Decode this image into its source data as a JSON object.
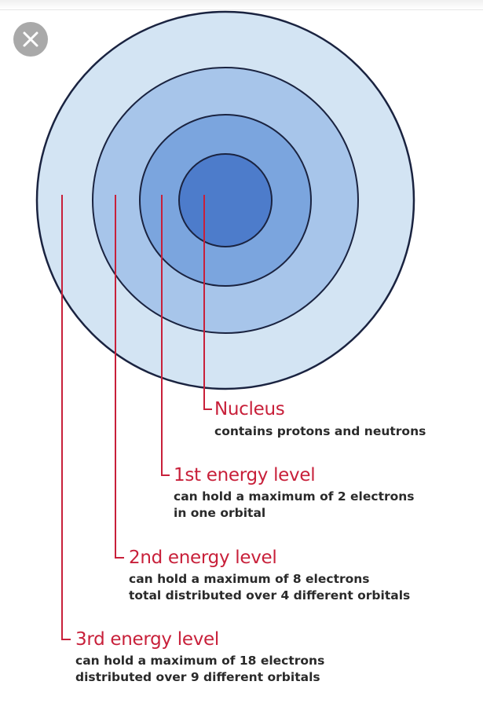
{
  "icons": {
    "close": "close-icon"
  },
  "colors": {
    "ring3": "#d3e4f3",
    "ring2": "#a7c5ea",
    "ring1": "#7ba5de",
    "nucleus": "#4d7ccb",
    "outline": "#1a2340",
    "leader": "#c8203a"
  },
  "labels": {
    "nucleus": {
      "title": "Nucleus",
      "lines": [
        "contains protons and neutrons"
      ]
    },
    "level1": {
      "title": "1st energy level",
      "lines": [
        "can hold a maximum of 2 electrons",
        "in one orbital"
      ]
    },
    "level2": {
      "title": "2nd energy level",
      "lines": [
        "can hold a maximum of 8 electrons",
        "total distributed over 4 different orbitals"
      ]
    },
    "level3": {
      "title": "3rd energy level",
      "lines": [
        "can hold a maximum of 18 electrons",
        "distributed over 9 different orbitals"
      ]
    }
  }
}
